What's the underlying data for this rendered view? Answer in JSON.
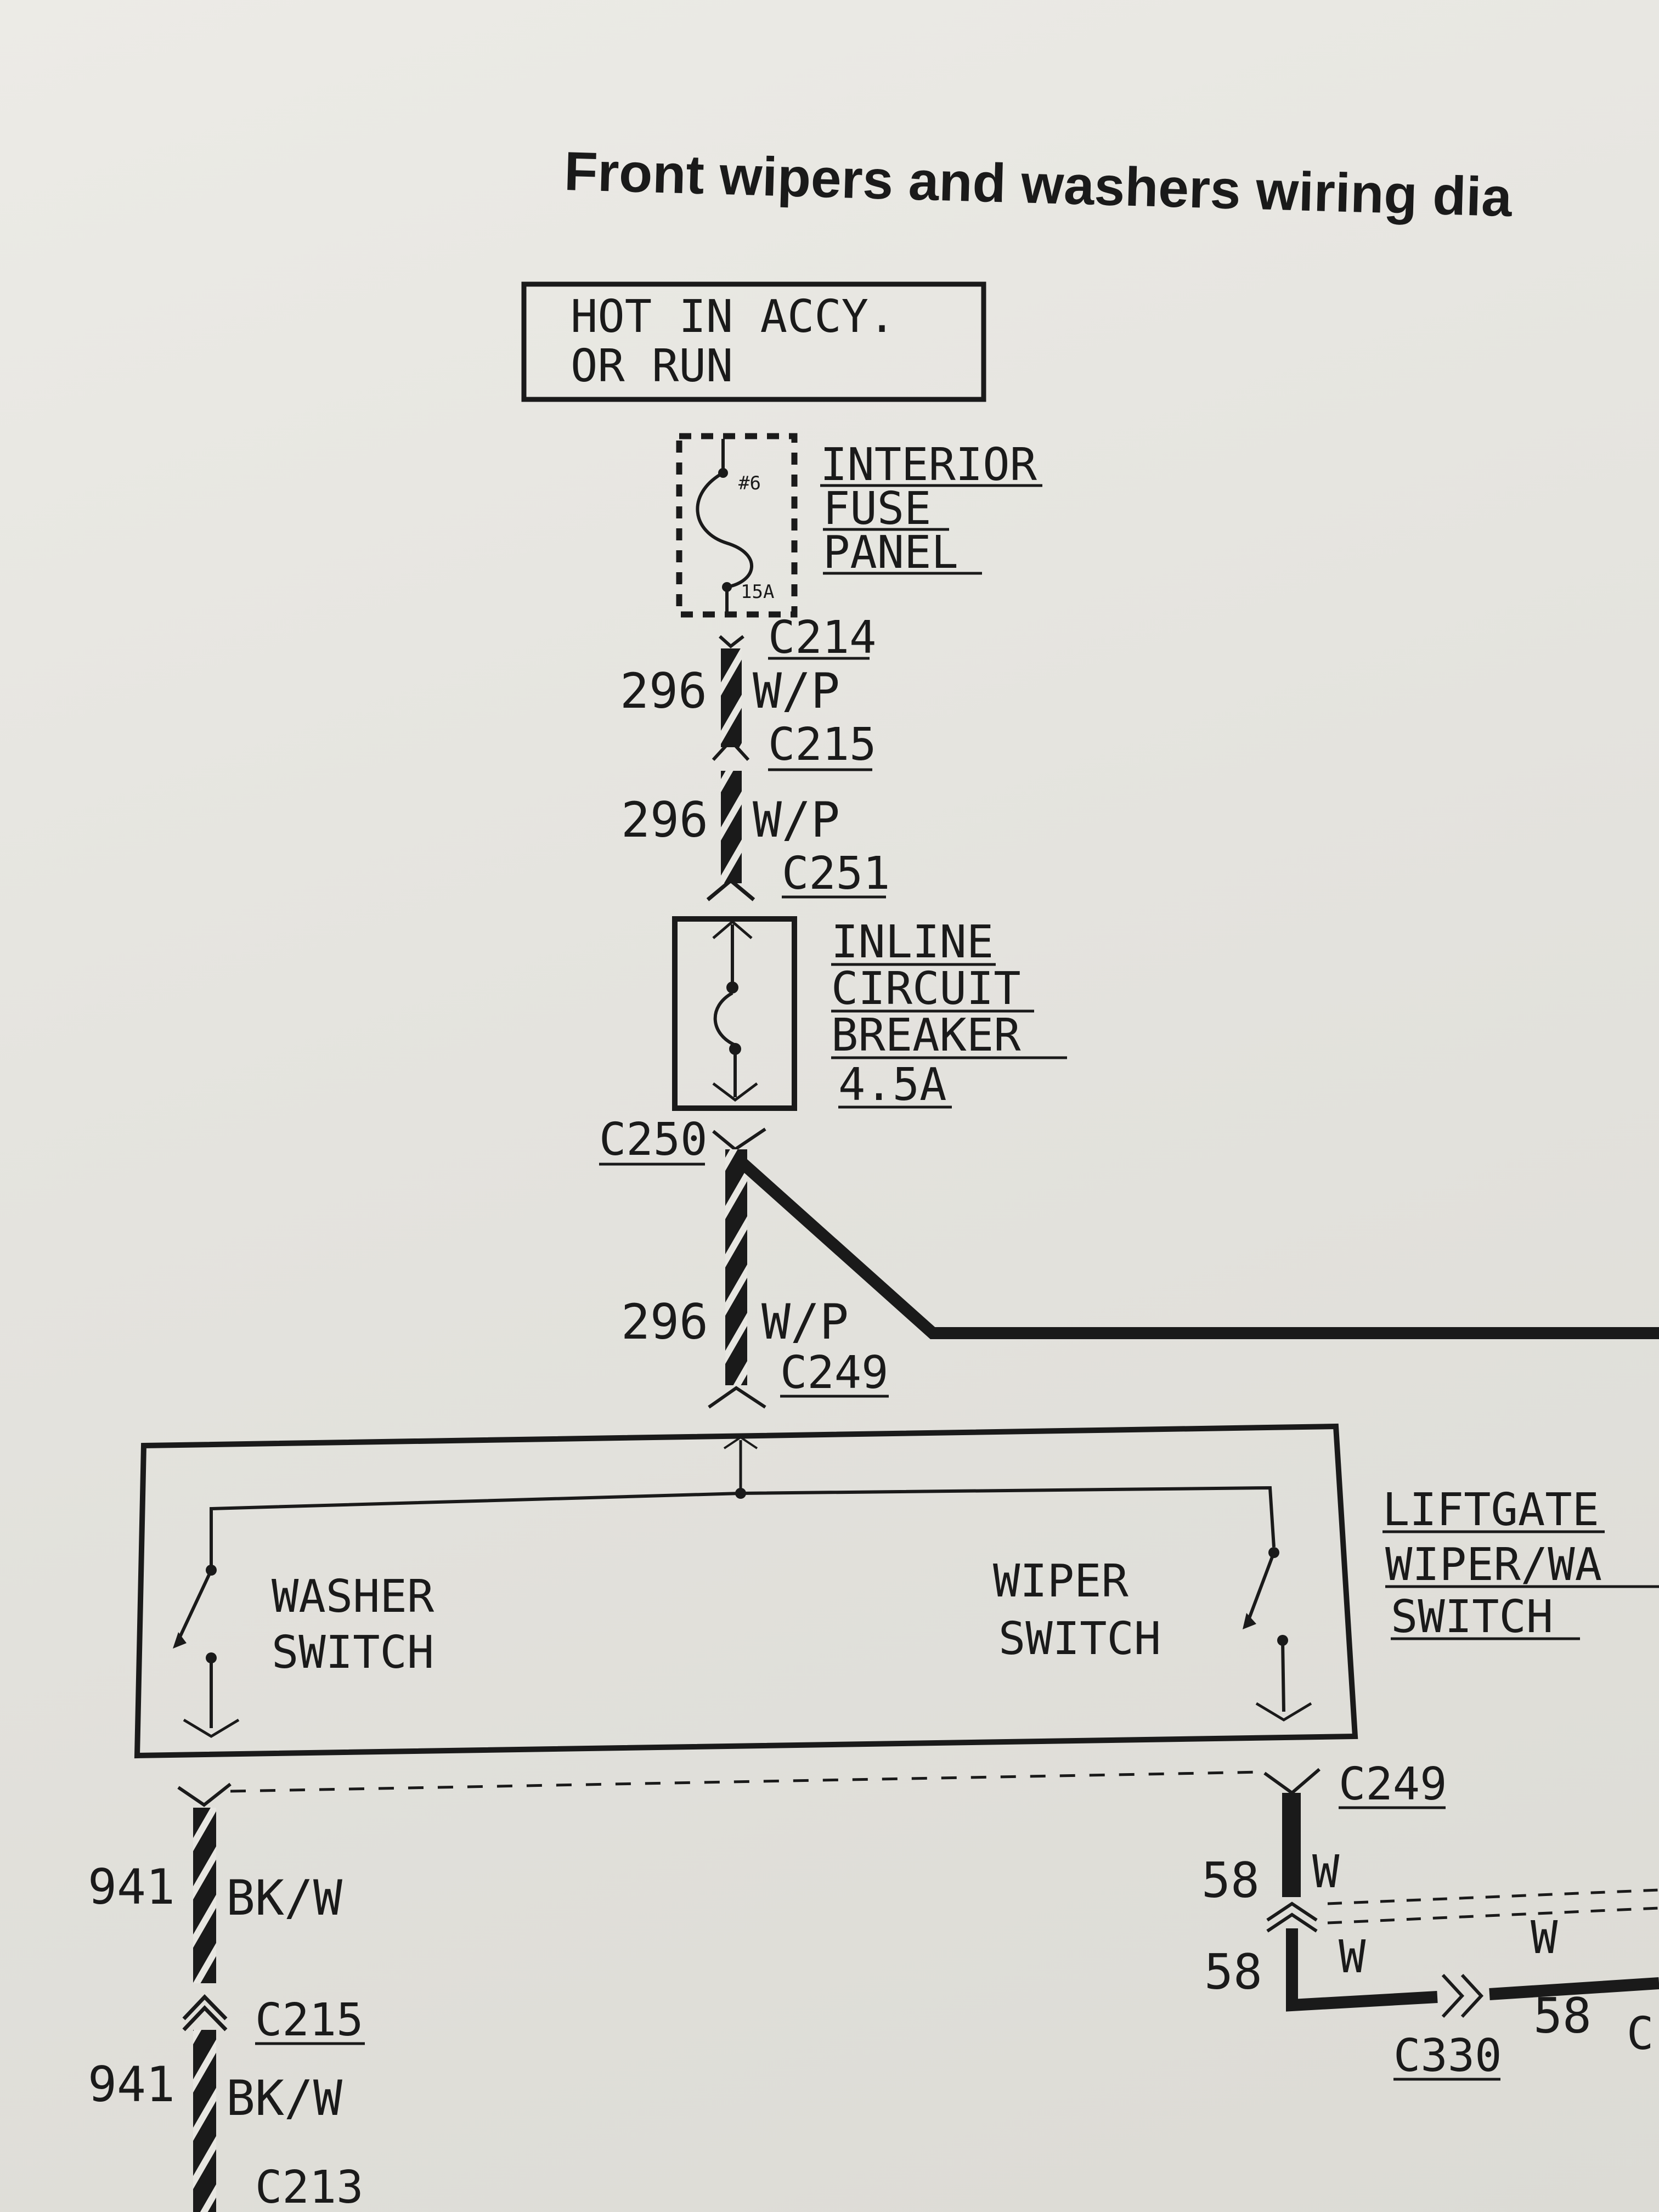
{
  "title": "Front wipers and washers wiring dia",
  "power_box": {
    "line1": "HOT IN ACCY.",
    "line2": "OR RUN"
  },
  "fuse_panel": {
    "fuse_no": "#6",
    "rating": "15A",
    "line1": "INTERIOR",
    "line2": "FUSE",
    "line3": "PANEL"
  },
  "connectors": {
    "c214": "C214",
    "c215_top": "C215",
    "c251": "C251",
    "c250": "C250",
    "c249_top": "C249",
    "c249_right": "C249",
    "c330": "C330",
    "c215_bottom": "C215",
    "c213": "C213",
    "edge": "C"
  },
  "wires": {
    "w296_1": {
      "circuit": "296",
      "color": "W/P"
    },
    "w296_2": {
      "circuit": "296",
      "color": "W/P"
    },
    "w296_3": {
      "circuit": "296",
      "color": "W/P"
    },
    "w941_1": {
      "circuit": "941",
      "color": "BK/W"
    },
    "w941_2": {
      "circuit": "941",
      "color": "BK/W"
    },
    "w58_1": {
      "circuit": "58",
      "color": "W"
    },
    "w58_2": {
      "circuit": "58",
      "color": "W"
    },
    "w58_3": {
      "circuit": "58",
      "color": "W"
    }
  },
  "circuit_breaker": {
    "line1": "INLINE",
    "line2": "CIRCUIT",
    "line3": "BREAKER",
    "line4": "4.5A"
  },
  "switch_block": {
    "washer_line1": "WASHER",
    "washer_line2": "SWITCH",
    "wiper_line1": "WIPER",
    "wiper_line2": "SWITCH",
    "liftgate_line1": "LIFTGATE",
    "liftgate_line2": "WIPER/WA",
    "liftgate_line3": "SWITCH"
  },
  "colors": {
    "ink": "#1a1a1a",
    "paper": "#e6e5e0"
  }
}
